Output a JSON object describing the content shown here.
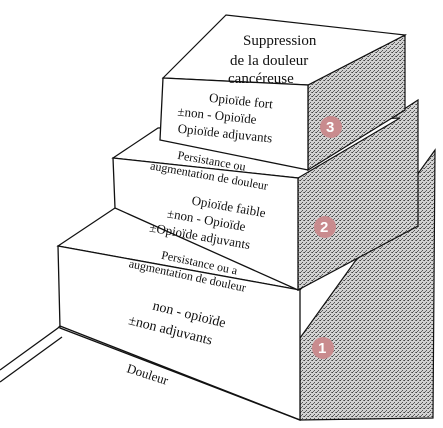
{
  "top": {
    "title_line1": "Suppression",
    "title_line2": "de la douleur",
    "title_line3": "cancéreuse"
  },
  "steps": [
    {
      "number": "1",
      "trigger": "Douleur",
      "line1": "non - opioïde",
      "line2": "±non adjuvants"
    },
    {
      "number": "2",
      "trigger_line1": "Persistance ou a",
      "trigger_line2": "augmentation de douleur",
      "line1": "Opioïde faible",
      "line2": "±non - Opioïde",
      "line3": "±Opioïde adjuvants"
    },
    {
      "number": "3",
      "trigger_line1": "Persistance ou",
      "trigger_line2": "augmentation de douleur",
      "line1": "Opioïde fort",
      "line2": "±non - Opioïde",
      "line3": "Opioïde adjuvants"
    }
  ],
  "colors": {
    "badge": "#c98b8e",
    "outline": "#111111",
    "side_shade": "#9a9a9a"
  }
}
